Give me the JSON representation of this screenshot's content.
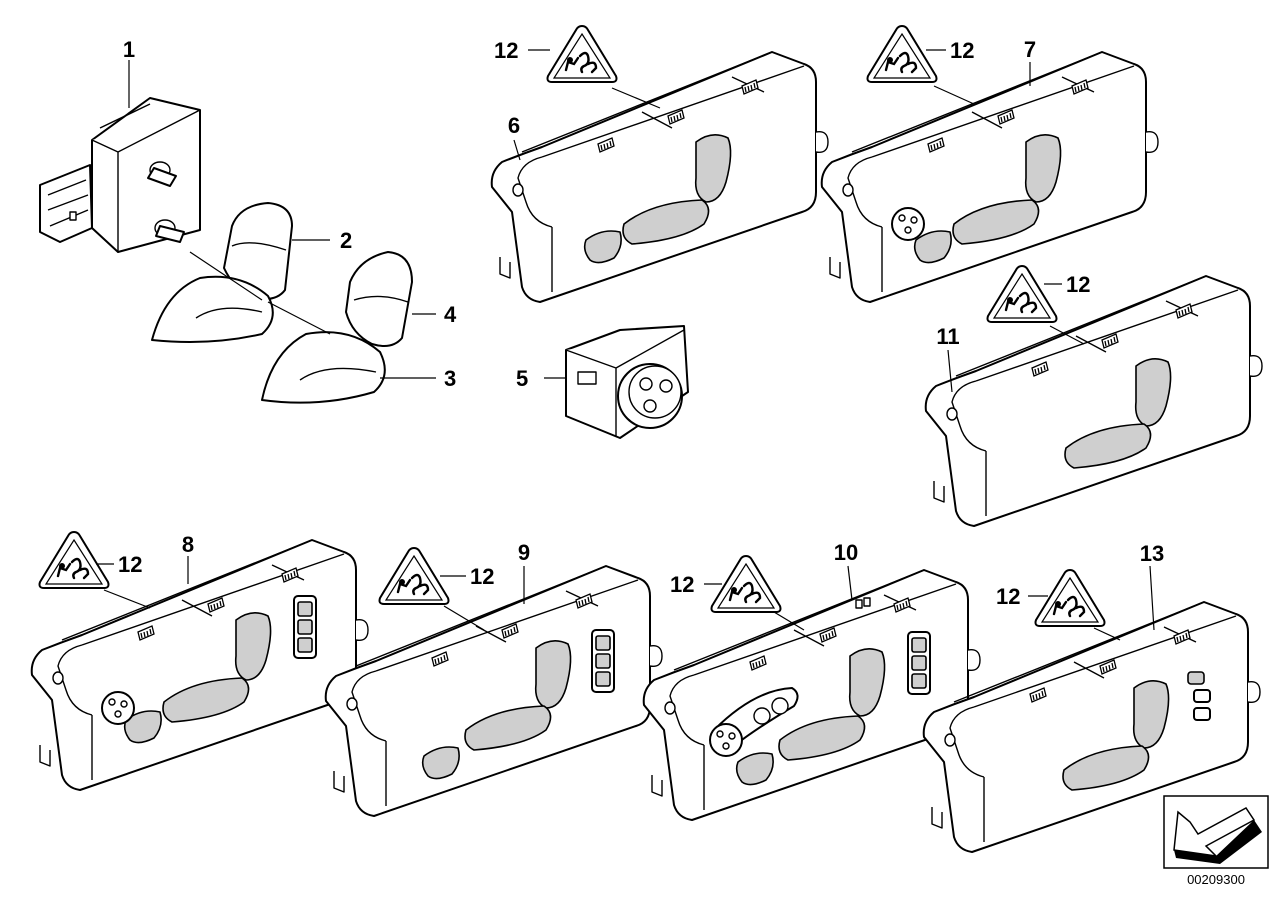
{
  "diagram": {
    "callouts": {
      "c1": "1",
      "c2": "2",
      "c3": "3",
      "c4": "4",
      "c5": "5",
      "c6": "6",
      "c7": "7",
      "c8": "8",
      "c9": "9",
      "c10": "10",
      "c11": "11",
      "c13": "13",
      "c12": "12"
    },
    "document_number": "00209300",
    "warning_icon": "airbag-warning-triangle-icon",
    "nav_icon": "direction-arrow-icon"
  }
}
